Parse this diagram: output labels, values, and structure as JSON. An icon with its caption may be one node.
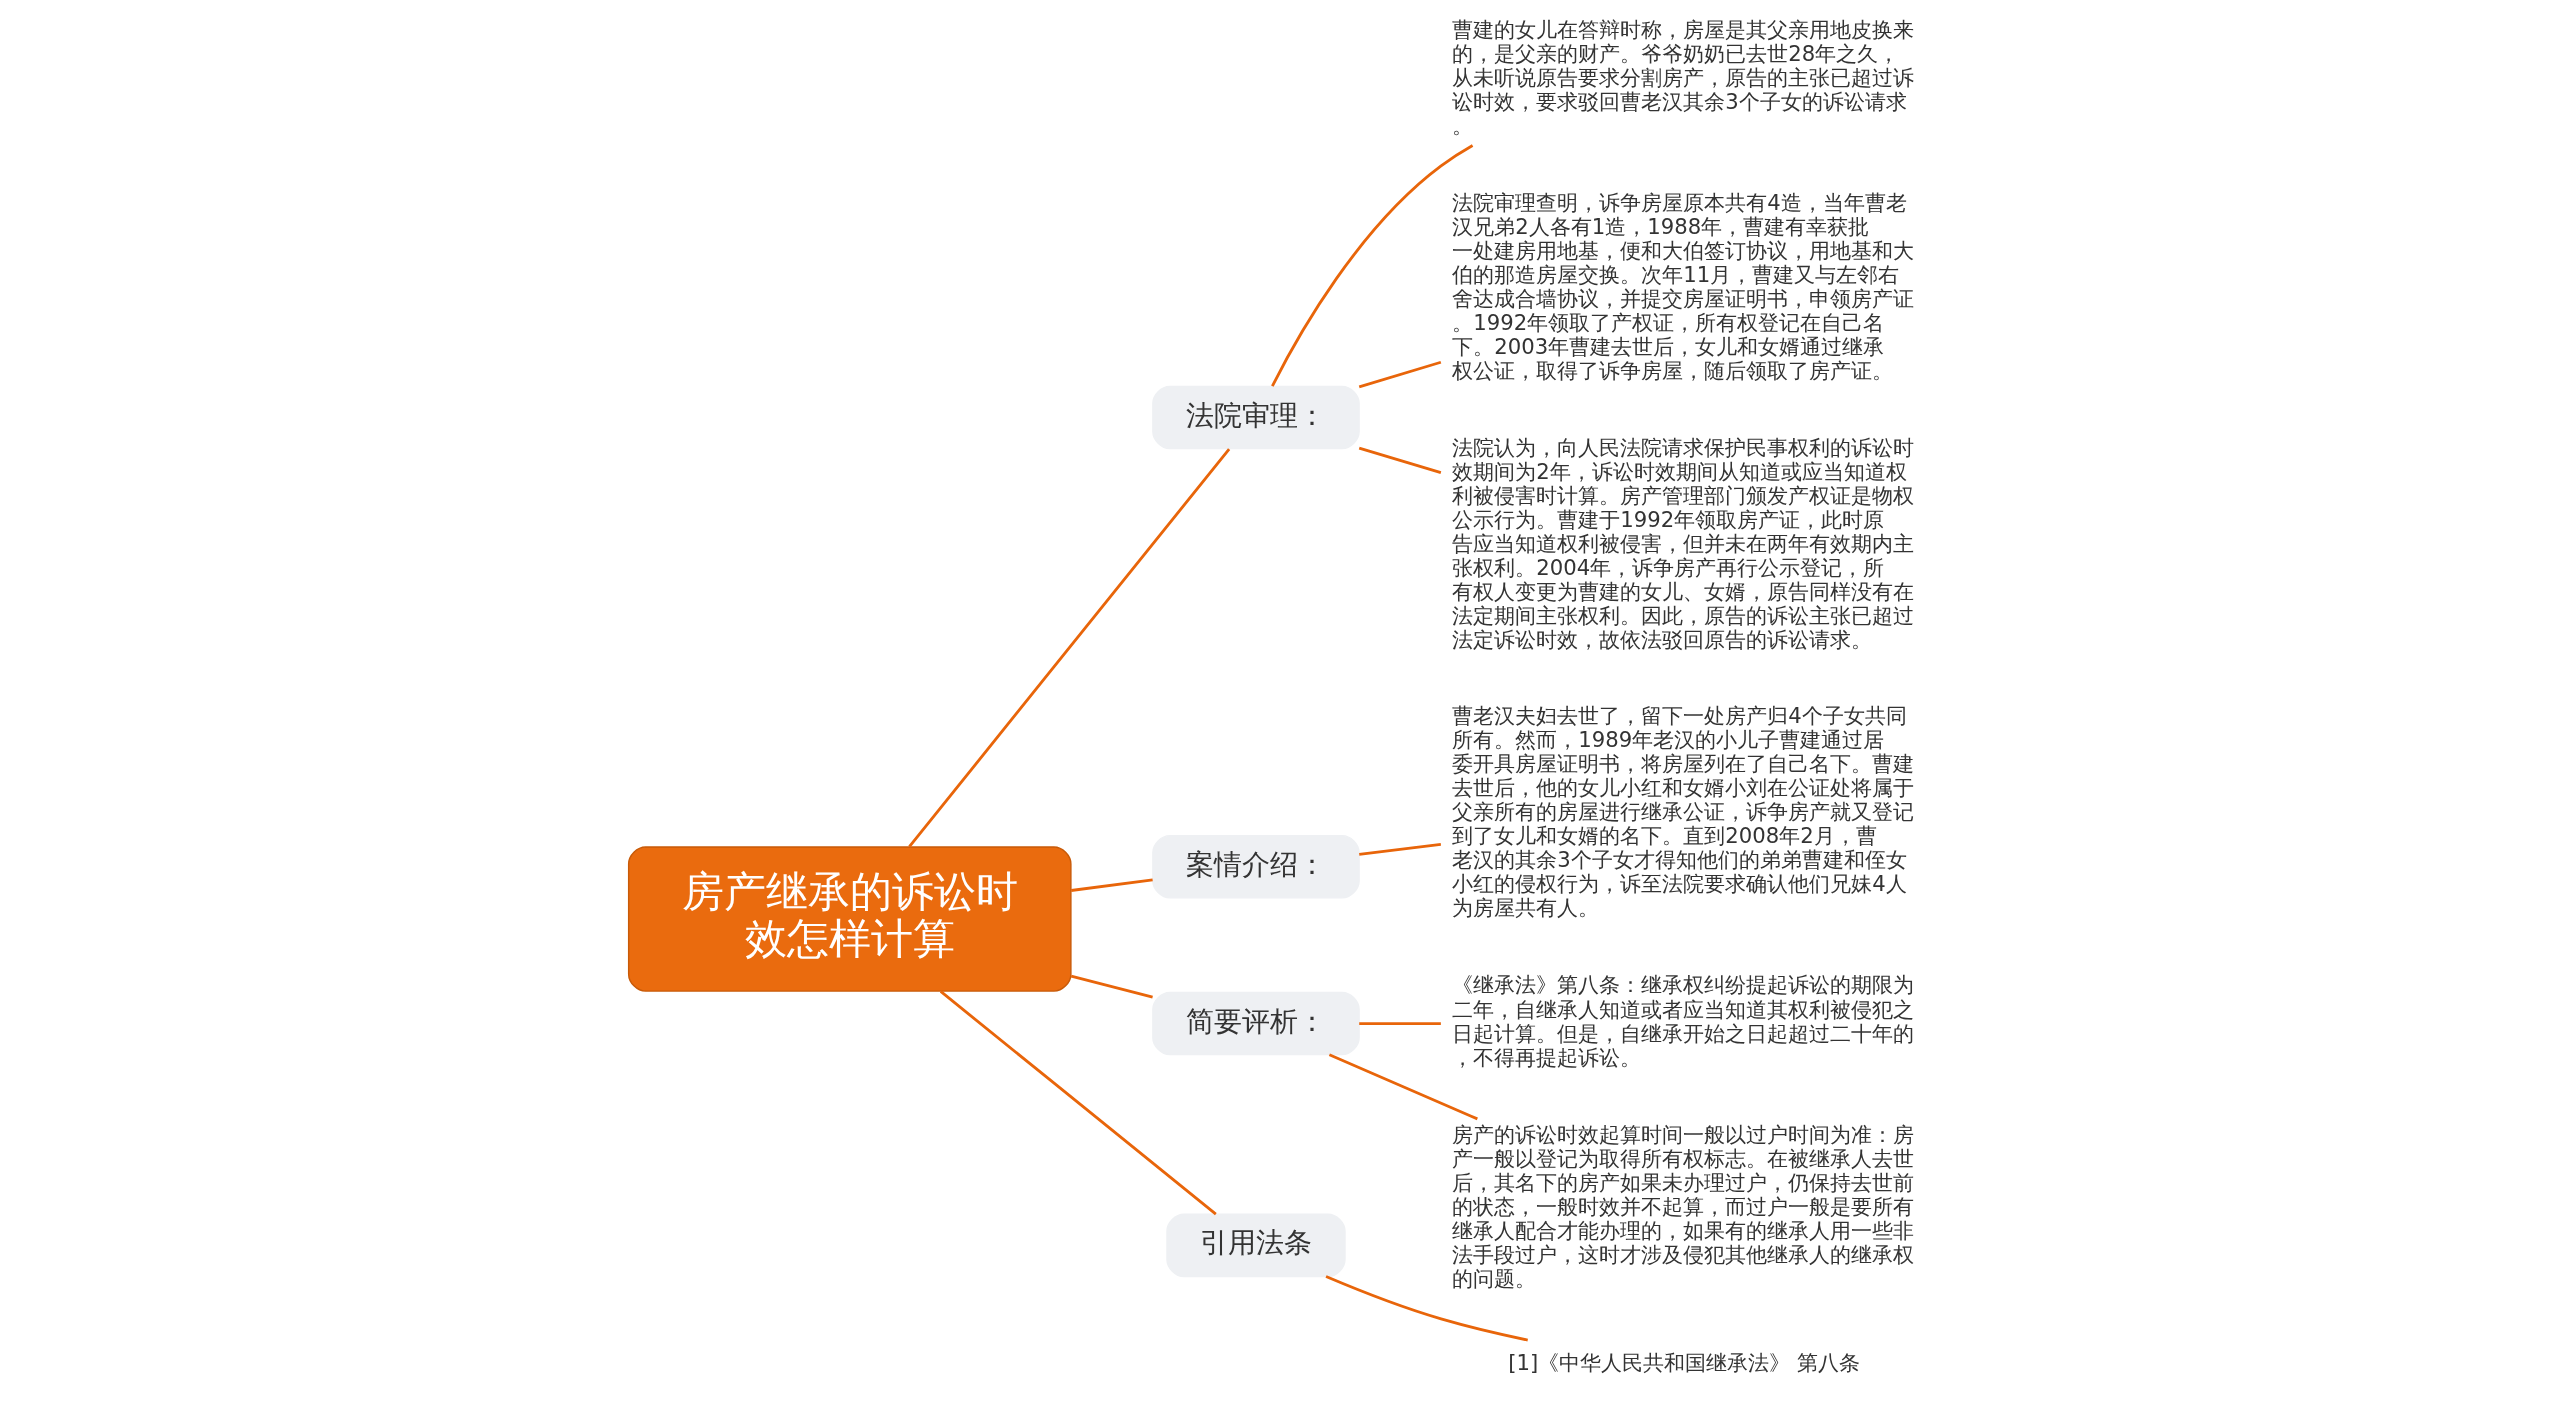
{
  "diagram": {
    "nodes": [
      {
        "text": [
          "房产继承的诉讼时效怎样计算"
        ]
      },
      {
        "text": [
          "法院审理："
        ]
      },
      {
        "text": [
          "曹建的女儿在答辩时称，房屋是其父亲用地皮换来的，是父亲的财产。爷爷奶奶已去世28年之久，从未听说原告要求分割房产，原告的主张已超过诉讼时效，要求驳回曹老汉其余3个子女的诉讼请求。"
        ]
      },
      {
        "text": [
          "法院审理查明，诉争房屋原本共有4造，当年曹老汉兄弟2人各有1造，1988年，曹建有幸获批一处建房用地基，便和大伯签订协议，用地基和大伯的那造房屋交换。次年11月，曹建又与左邻右舍达成合墙协议，并提交房屋证明书，申领房产证。1992年领取了产权证，所有权登记在自己名下。2003年曹建去世后，女儿和女婿通过继承权公证，取得了诉争房屋，随后领取了房产证。"
        ]
      },
      {
        "text": [
          "法院认为，向人民法院请求保护民事权利的诉讼时效期间为2年，诉讼时效期间从知道或应当知道权利被侵害时计算。房产管理部门颁发产权证是物权公示行为。曹建于1992年领取房产证，此时原告应当知道权利被侵害，但并未在两年有效期内主张权利。2004年，诉争房产再行公示登记，所有权人变更为曹建的女儿、女婿，原告同样没有在法定期间主张权利。因此，原告的诉讼主张已超过法定诉讼时效，故依法驳回原告的诉讼请求。"
        ]
      },
      {
        "text": [
          "案情介绍："
        ]
      },
      {
        "text": [
          "曹老汉夫妇去世了，留下一处房产归4个子女共同所有。然而，1989年老汉的小儿子曹建通过居委开具房屋证明书，将房屋列在了自己名下。曹建去世后，他的女儿小红和女婿小刘在公证处将属于父亲所有的房屋进行继承公证，诉争房产就又登记到了女儿和女婿的名下。直到2008年2月，曹老汉的其余3个子女才得知他们的弟弟曹建和侄女小红的侵权行为，诉至法院要求确认他们兄妹4人为房屋共有人。"
        ]
      },
      {
        "text": [
          "简要评析："
        ]
      },
      {
        "text": [
          "《继承法》第八条：继承权纠纷提起诉讼的期限为二年，自继承人知道或者应当知道其权利被侵犯之日起计算。但是，自继承开始之日起超过二十年的，不得再提起诉讼。"
        ]
      },
      {
        "text": [
          "房产的诉讼时效起算时间一般以过户时间为准：房产一般以登记为取得所有权标志。在被继承人去世后，其名下的房产如果未办理过户，仍保持去世前的状态，一般时效并不起算，而过户一般是要所有继承人配合才能办理的，如果有的继承人用一些非法手段过户，这时才涉及侵犯其他继承人的继承权的问题。"
        ]
      },
      {
        "text": [
          "引用法条"
        ]
      },
      {
        "text": [
          "[1]《中华人民共和国继承法》 第八条"
        ]
      }
    ],
    "edges": [
      {
        "from": 0,
        "to": 1,
        "arrow": "none"
      },
      {
        "from": 1,
        "to": 2,
        "arrow": "none"
      },
      {
        "from": 1,
        "to": 3,
        "arrow": "none"
      },
      {
        "from": 1,
        "to": 4,
        "arrow": "none"
      },
      {
        "from": 0,
        "to": 5,
        "arrow": "none"
      },
      {
        "from": 5,
        "to": 6,
        "arrow": "none"
      },
      {
        "from": 0,
        "to": 7,
        "arrow": "none"
      },
      {
        "from": 7,
        "to": 8,
        "arrow": "none"
      },
      {
        "from": 7,
        "to": 9,
        "arrow": "none"
      },
      {
        "from": 0,
        "to": 10,
        "arrow": "none"
      },
      {
        "from": 10,
        "to": 11,
        "arrow": "none"
      }
    ]
  }
}
